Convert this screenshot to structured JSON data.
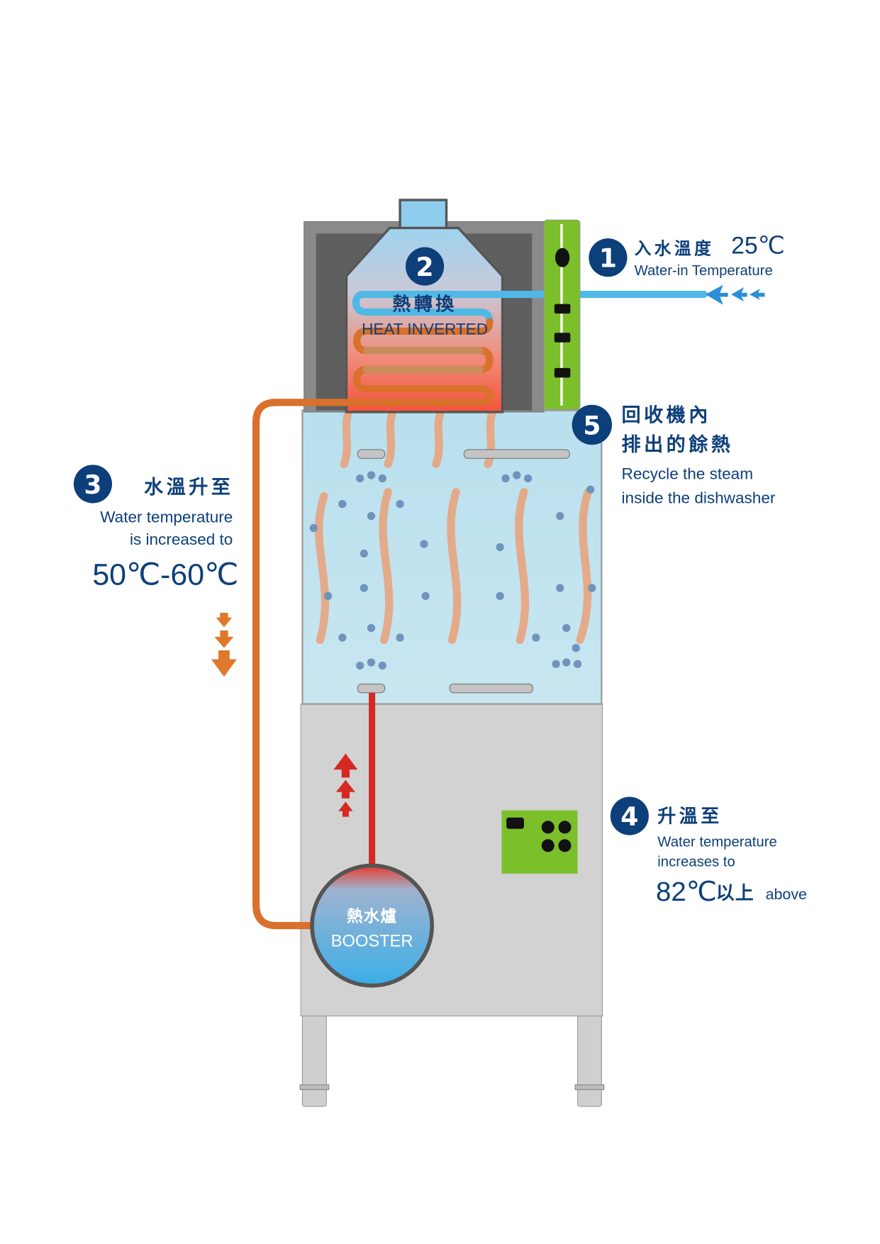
{
  "steps": [
    {
      "number": "1",
      "title_zh": "入水溫度",
      "temp": "25℃",
      "desc_en": "Water-in Temperature"
    },
    {
      "number": "2",
      "title_zh": "熱轉換",
      "desc_en": "HEAT INVERTED"
    },
    {
      "number": "3",
      "title_zh": "水溫升至",
      "desc_en_line1": "Water temperature",
      "desc_en_line2": "is increased to",
      "temp": "50℃-60℃"
    },
    {
      "number": "4",
      "title_zh": "升溫至",
      "desc_en_line1": "Water temperature",
      "desc_en_line2": "increases to",
      "temp": "82℃",
      "temp_suffix_zh": "以上",
      "temp_suffix_en": "above"
    },
    {
      "number": "5",
      "title_zh_line1": "回收機內",
      "title_zh_line2": "排出的餘熱",
      "desc_en_line1": "Recycle the steam",
      "desc_en_line2": "inside the dishwasher"
    }
  ],
  "booster": {
    "label_zh": "熱水爐",
    "label_en": "BOOSTER"
  },
  "colors": {
    "navy": "#0d3f7a",
    "cold_pipe": "#4fb8e6",
    "warm_pipe": "#d9702c",
    "hot_pipe": "#d42a22",
    "panel_green": "#7bbf2a"
  }
}
